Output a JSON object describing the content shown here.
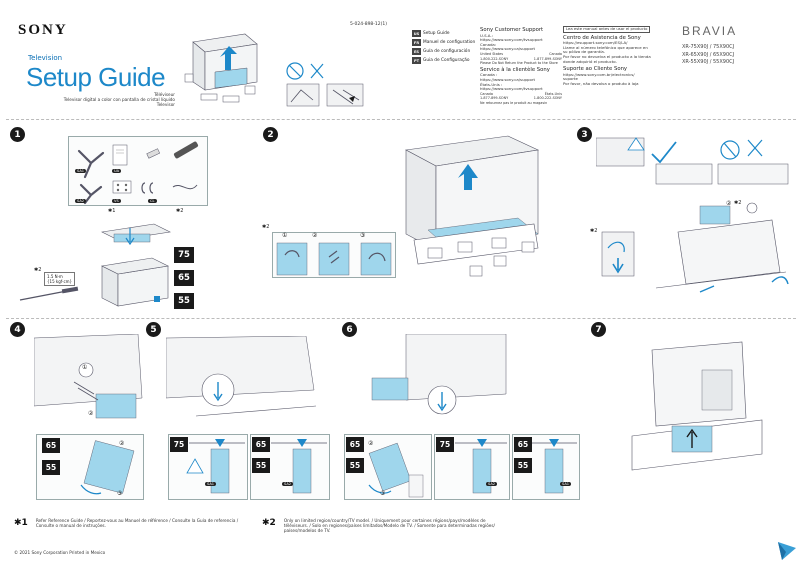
{
  "header": {
    "brand": "SONY",
    "product_label": "Television",
    "title": "Setup Guide",
    "subtitle_lines": [
      "Téléviseur",
      "Televisor digital a color con pantalla de cristal líquido",
      "Televisor"
    ],
    "doc_code": "5-024-898-12(1)",
    "languages": [
      {
        "tag": "US",
        "label": "Setup Guide"
      },
      {
        "tag": "FR",
        "label": "Manuel de configuration"
      },
      {
        "tag": "ES",
        "label": "Guía de configuración"
      },
      {
        "tag": "PT",
        "label": "Guia de Configuração"
      }
    ]
  },
  "support": {
    "en_title": "Sony Customer Support",
    "en_lines": [
      "U.S.A.:",
      "https://www.sony.com/tvsupport",
      "Canada:",
      "https://www.sony.ca/support"
    ],
    "en_phone_label_us": "United States",
    "en_phone_label_ca": "Canada",
    "en_phone_us": "1-800-222-SONY",
    "en_phone_ca": "1-877-899-SONY",
    "en_note": "Please Do Not Return the Product to the Store",
    "fr_title": "Service à la clientèle Sony",
    "fr_lines": [
      "Canada :",
      "https://www.sony.ca/support",
      "États-Unis :",
      "https://www.sony.com/tvsupport"
    ],
    "fr_phone_label_ca": "Canada",
    "fr_phone_label_us": "États-Unis",
    "fr_phone_ca": "1-877-899-SONY",
    "fr_phone_us": "1-800-222-SONY",
    "fr_note": "Ne retournez pas le produit au magasin",
    "es_read_first": "Lea este manual antes de usar el producto",
    "es_title": "Centro de Asistencia de Sony",
    "es_lines": [
      "https://esupport.sony.com/ES/LA/",
      "Llame al número telefónico que aparece en",
      "su póliza de garantía.",
      "Por favor no devuelva el producto a la tienda",
      "donde adquirió el producto."
    ],
    "pt_title": "Suporte ao Cliente Sony",
    "pt_lines": [
      "https://www.sony.com.br/electronics/",
      "suporte",
      "Por favor, não devolva o produto à loja"
    ]
  },
  "brand_line": "BRAVIA",
  "models": [
    "XR-75X90J / 75X90CJ",
    "XR-65X90J / 65X90CJ",
    "XR-55X90J / 55X90CJ"
  ],
  "steps": {
    "s1": "1",
    "s2": "2",
    "s3": "3",
    "s4": "4",
    "s5": "5",
    "s6": "6",
    "s7": "7"
  },
  "sizes": {
    "s75": "75",
    "s65": "65",
    "s55": "55"
  },
  "parts": {
    "sa1": "SA1",
    "ua": "UA",
    "sa2": "SA2",
    "vs": "VS",
    "cl": "CL"
  },
  "marks": {
    "m1": "✱1",
    "m2": "✱2"
  },
  "circled": {
    "c1": "①",
    "c2": "②",
    "c3": "③"
  },
  "torque_lines": [
    "1.5 N·m",
    "{15 kgf·cm}"
  ],
  "footnotes": {
    "n1_mark": "✱1",
    "n1_text_line1": "Refer Reference Guide / Reportez-vous au Manuel de référence / Consulte la Guía de referencia /",
    "n1_text_line2": "Consulte o manual de instruções.",
    "n2_mark": "✱2",
    "n2_text_line1": "Only on limited region/country/TV model. / Uniquement pour certaines régions/pays/modèles de",
    "n2_text_line2": "téléviseurs. / Solo en regiones/países limitados/Modelo de TV. / Somente para determinadas regiões/",
    "n2_text_line3": "países/modelos de TV."
  },
  "copyright": "© 2021 Sony Corporation   Printed in Mexico",
  "colors": {
    "accent": "#1d88c9",
    "highlight": "#9fd6ec",
    "dark": "#1a1a1a"
  }
}
